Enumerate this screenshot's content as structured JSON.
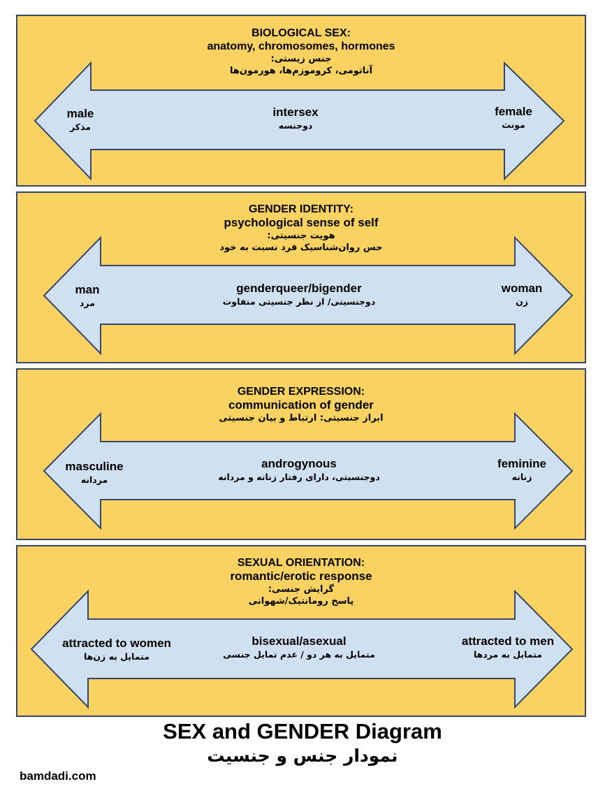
{
  "colors": {
    "panel_fill": "#fad262",
    "panel_border": "#37466a",
    "arrow_fill": "#cfe0f1",
    "arrow_stroke": "#37466a"
  },
  "panels": [
    {
      "header_title": "BIOLOGICAL SEX:",
      "header_subtitle": "anatomy, chromosomes, hormones",
      "header_fa1": "جنس زیستی:",
      "header_fa2": "آناتومی، کروموزم‌ها، هورمون‌ها",
      "left_en": "male",
      "left_fa": "مذکر",
      "center_en": "intersex",
      "center_fa": "دوجنسه",
      "right_en": "female",
      "right_fa": "مونث"
    },
    {
      "header_title": "GENDER IDENTITY:",
      "header_subtitle": "psychological sense of self",
      "header_fa1": "هویت جنسیتی:",
      "header_fa2": "حس روان‌شناسیک فرد نسبت به خود",
      "left_en": "man",
      "left_fa": "مرد",
      "center_en": "genderqueer/bigender",
      "center_fa": "دوجنسیتی/ از نظر جنسیتی متفاوت",
      "right_en": "woman",
      "right_fa": "زن"
    },
    {
      "header_title": "GENDER EXPRESSION:",
      "header_subtitle": "communication of gender",
      "header_fa1": "ابراز جنسیتی: ارتباط و بیان جنسیتی",
      "left_en": "masculine",
      "left_fa": "مردانه",
      "center_en": "androgynous",
      "center_fa": "دوجنسیتی، دارای رفتار زنانه و مردانه",
      "right_en": "feminine",
      "right_fa": "زنانه"
    },
    {
      "header_title": "SEXUAL ORIENTATION:",
      "header_subtitle": "romantic/erotic response",
      "header_fa1": "گرایش جنسی:",
      "header_fa2": "پاسخ رومانتیک/شهوانی",
      "left_en": "attracted to women",
      "left_fa": "متمایل به زن‌ها",
      "center_en": "bisexual/asexual",
      "center_fa": "متمایل به هر دو / عدم تمایل جنسی",
      "right_en": "attracted to men",
      "right_fa": "متمایل به مردها"
    }
  ],
  "footer": {
    "title_en": "SEX and GENDER Diagram",
    "title_fa": "نمودار جنس و جنسیت",
    "site": "bamdadi.com"
  }
}
